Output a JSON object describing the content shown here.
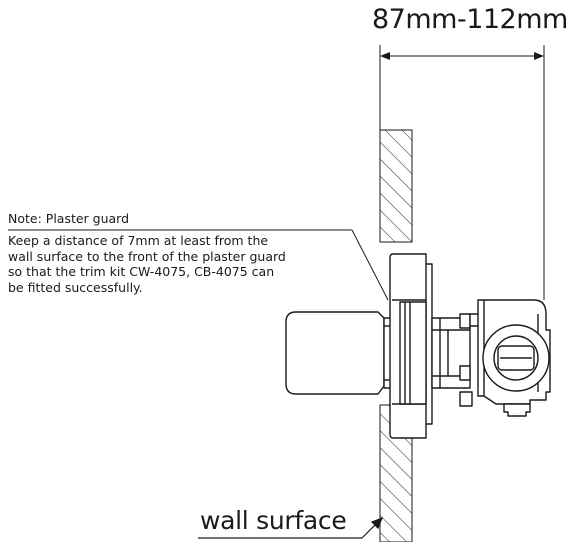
{
  "dimension": {
    "label": "87mm-112mm"
  },
  "note": {
    "title": "Note: Plaster guard",
    "lines": [
      "Keep a distance of 7mm at least from the",
      "wall surface to the front of the plaster guard",
      "so that the trim kit CW-4075, CB-4075 can",
      "be fitted successfully."
    ]
  },
  "wall": {
    "label": "wall surface"
  },
  "colors": {
    "stroke": "#1a1a1a",
    "background": "#ffffff",
    "hatch": "#333333"
  }
}
